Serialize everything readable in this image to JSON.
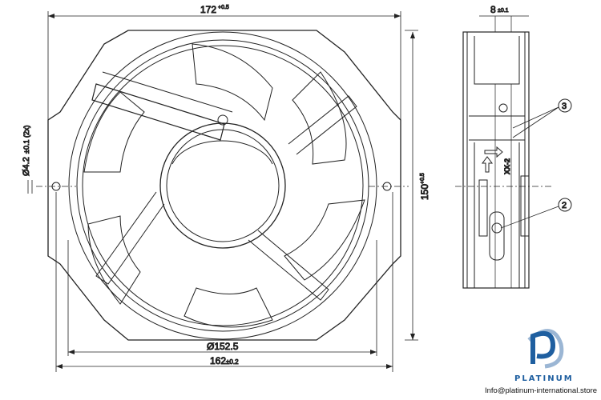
{
  "dimensions": {
    "width_top": "172",
    "width_top_tol": "+0.5",
    "height_right": "150",
    "height_right_tol": "+0.5",
    "hole_dia": "Ø4.2",
    "hole_tol": "±0.1 (2x)",
    "inner_dia": "Ø152.5",
    "width_bottom": "162",
    "width_bottom_tol": "±0.2",
    "depth": "8",
    "depth_tol": "±0.1"
  },
  "callouts": [
    "3",
    "2"
  ],
  "side_label": "XX-2",
  "logo": {
    "name": "PLATINUM",
    "email": "Info@platinum-international.store",
    "color": "#1f5fa0"
  }
}
